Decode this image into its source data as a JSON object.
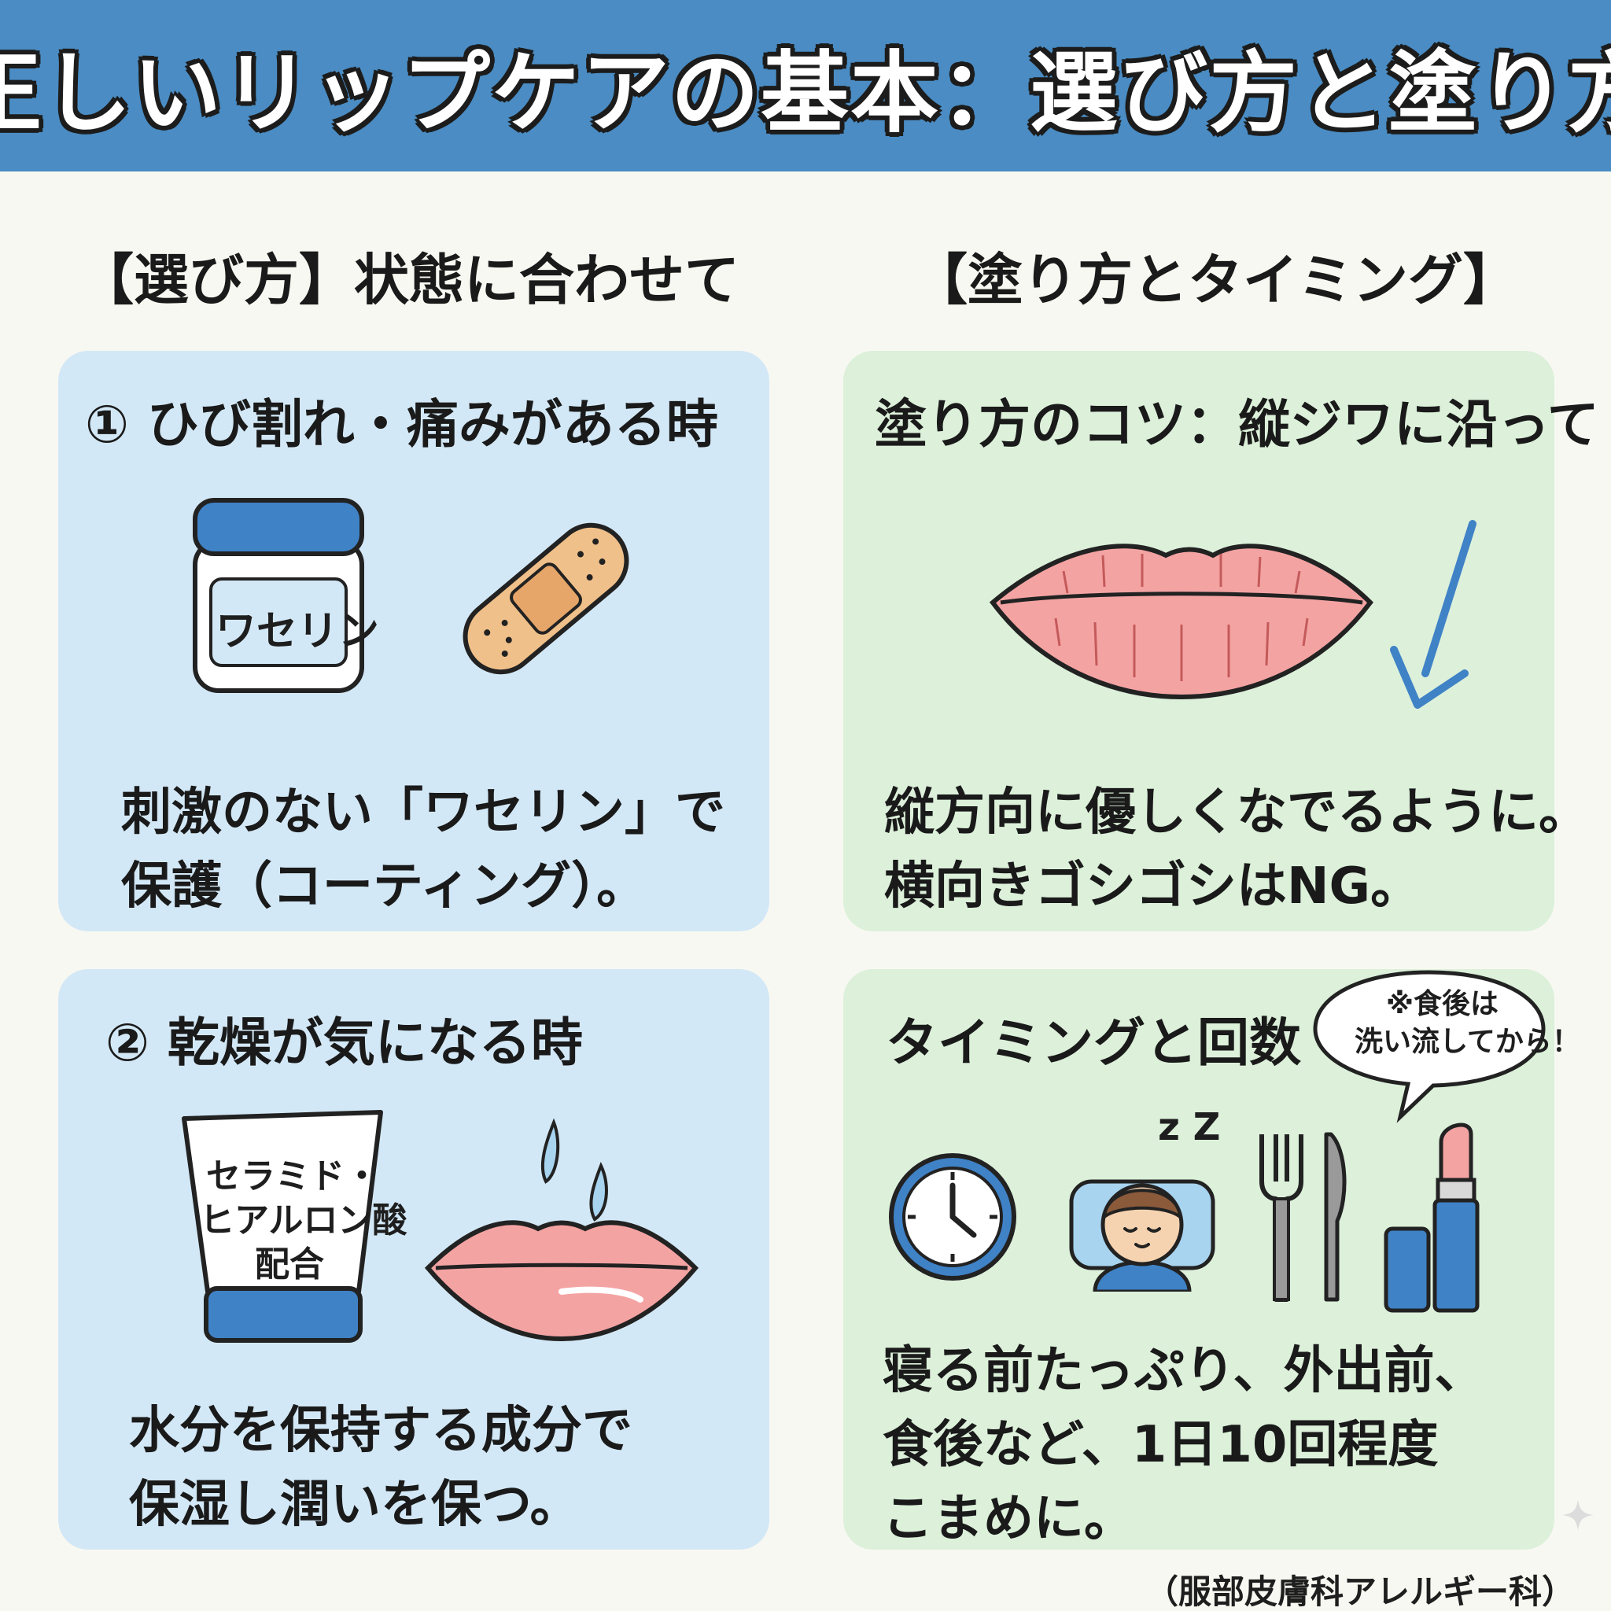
{
  "header": {
    "title": "正しいリップケアの基本：選び方と塗り方"
  },
  "sections": {
    "left_title": "【選び方】状態に合わせて",
    "right_title": "【塗り方とタイミング】"
  },
  "cards": {
    "crack": {
      "title": "① ひび割れ・痛みがある時",
      "jar_label": "ワセリン",
      "body_line1": "刺激のない「ワセリン」で",
      "body_line2": "保護（コーティング）。"
    },
    "dry": {
      "title": "② 乾燥が気になる時",
      "tube_line1": "セラミド・",
      "tube_line2": "ヒアルロン酸",
      "tube_line3": "配合",
      "body_line1": "水分を保持する成分で",
      "body_line2": "保湿し潤いを保つ。"
    },
    "apply": {
      "title": "塗り方のコツ：縦ジワに沿って",
      "body_line1": "縦方向に優しくなでるように。",
      "body_line2": "横向きゴシゴシはNG。"
    },
    "timing": {
      "title": "タイミングと回数",
      "bubble_line1": "※食後は",
      "bubble_line2": "洗い流してから！",
      "zzz": "z Z",
      "body_line1": "寝る前たっぷり、外出前、",
      "body_line2": "食後など、1日10回程度",
      "body_line3": "こまめに。"
    }
  },
  "footer": {
    "credit": "（服部皮膚科アレルギー科）"
  },
  "colors": {
    "header_bg": "#4a8cc3",
    "blue_card": "#d3e8f6",
    "green_card": "#dcf0da",
    "accent_blue": "#3f82c6",
    "lip_pink": "#f4a3a3"
  }
}
